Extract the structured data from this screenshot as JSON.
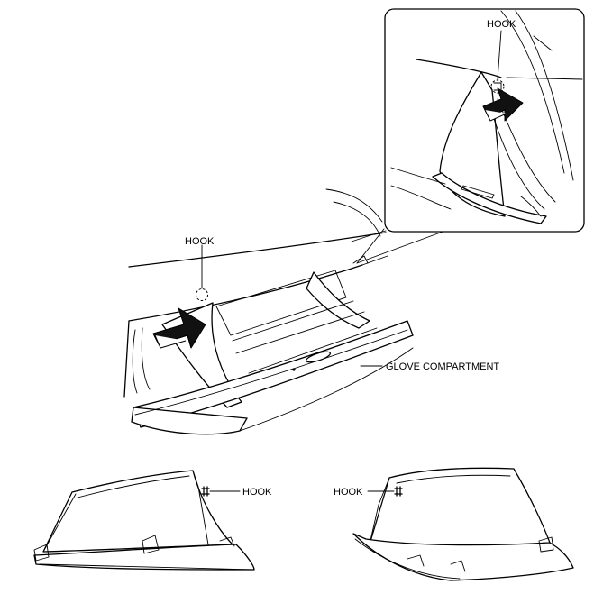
{
  "labels": {
    "hook_inset": "HOOK",
    "hook_main": "HOOK",
    "glove_compartment": "GLOVE COMPARTMENT",
    "hook_bottom_left": "HOOK",
    "hook_bottom_right": "HOOK"
  }
}
